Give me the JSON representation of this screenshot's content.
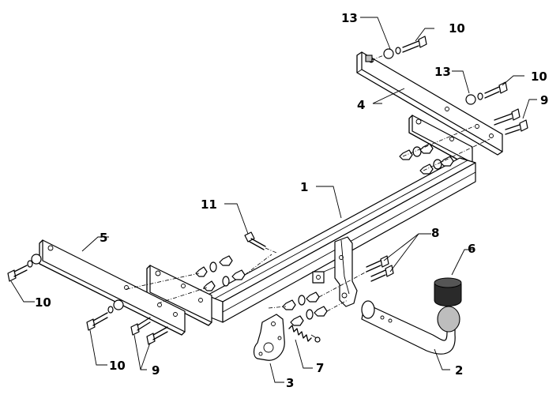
{
  "labels": {
    "l1": "1",
    "l2": "2",
    "l3": "3",
    "l4": "4",
    "l5": "5",
    "l6": "6",
    "l7": "7",
    "l8": "8",
    "l9a": "9",
    "l9b": "9",
    "l10a": "10",
    "l10b": "10",
    "l10c": "10",
    "l10d": "10",
    "l11": "11",
    "l13a": "13",
    "l13b": "13"
  }
}
